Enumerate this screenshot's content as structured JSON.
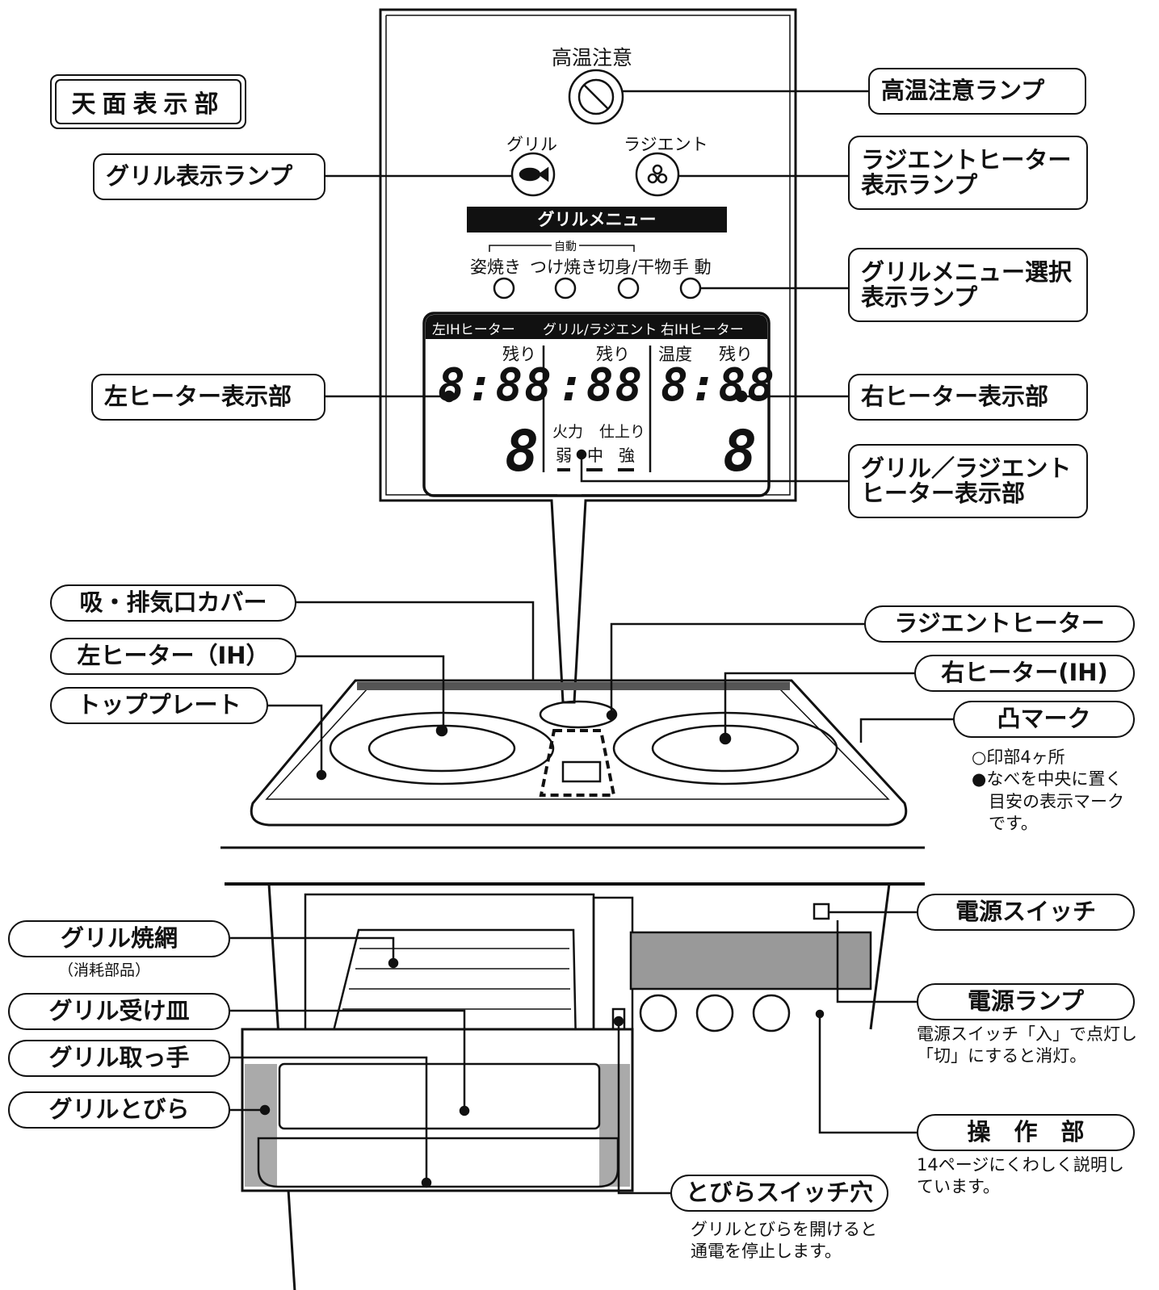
{
  "title": "天面表示部",
  "panel": {
    "caution_title": "高温注意",
    "grill_label": "グリル",
    "radiant_label": "ラジエント",
    "menu_bar": "グリルメニュー",
    "auto_label": "自動",
    "menu_items": [
      "姿焼き",
      "つけ焼き",
      "切身/干物",
      "手 動"
    ],
    "display_header": [
      "左IHヒーター",
      "グリル/ラジエント",
      "右IHヒーター"
    ],
    "remain": "残り",
    "temp": "温度",
    "seg_left": "8:88",
    "seg_mid": ":88",
    "seg_right": "8:88",
    "seg_digit": "8",
    "heat": "火力",
    "finish": "仕上り",
    "levels": [
      "弱",
      "中",
      "強"
    ]
  },
  "labels": {
    "high_temp_lamp": "高温注意ランプ",
    "grill_lamp": "グリル表示ランプ",
    "radiant_lamp": "ラジエントヒーター\n表示ランプ",
    "menu_lamp": "グリルメニュー選択\n表示ランプ",
    "left_display": "左ヒーター表示部",
    "right_display": "右ヒーター表示部",
    "grill_radiant_display": "グリル／ラジエント\nヒーター表示部",
    "intake_cover": "吸・排気口カバー",
    "left_heater": "左ヒーター（IH）",
    "top_plate": "トッププレート",
    "radiant_heater": "ラジエントヒーター",
    "right_heater": "右ヒーター(IH)",
    "mark": "凸マーク",
    "power_switch": "電源スイッチ",
    "grill_net": "グリル焼網",
    "grill_tray": "グリル受け皿",
    "grill_handle": "グリル取っ手",
    "grill_door": "グリルとびら",
    "power_lamp": "電源ランプ",
    "control": "操　作　部",
    "door_switch": "とびらスイッチ穴"
  },
  "notes": {
    "mark_note": "○印部4ヶ所\n●なべを中央に置く\n　目安の表示マーク\n　です。",
    "consumable": "（消耗部品）",
    "power_lamp_note": "電源スイッチ「入」で点灯し\n「切」にすると消灯。",
    "control_note": "14ページにくわしく説明し\nています。",
    "door_note": "グリルとびらを開けると\n通電を停止します。"
  }
}
